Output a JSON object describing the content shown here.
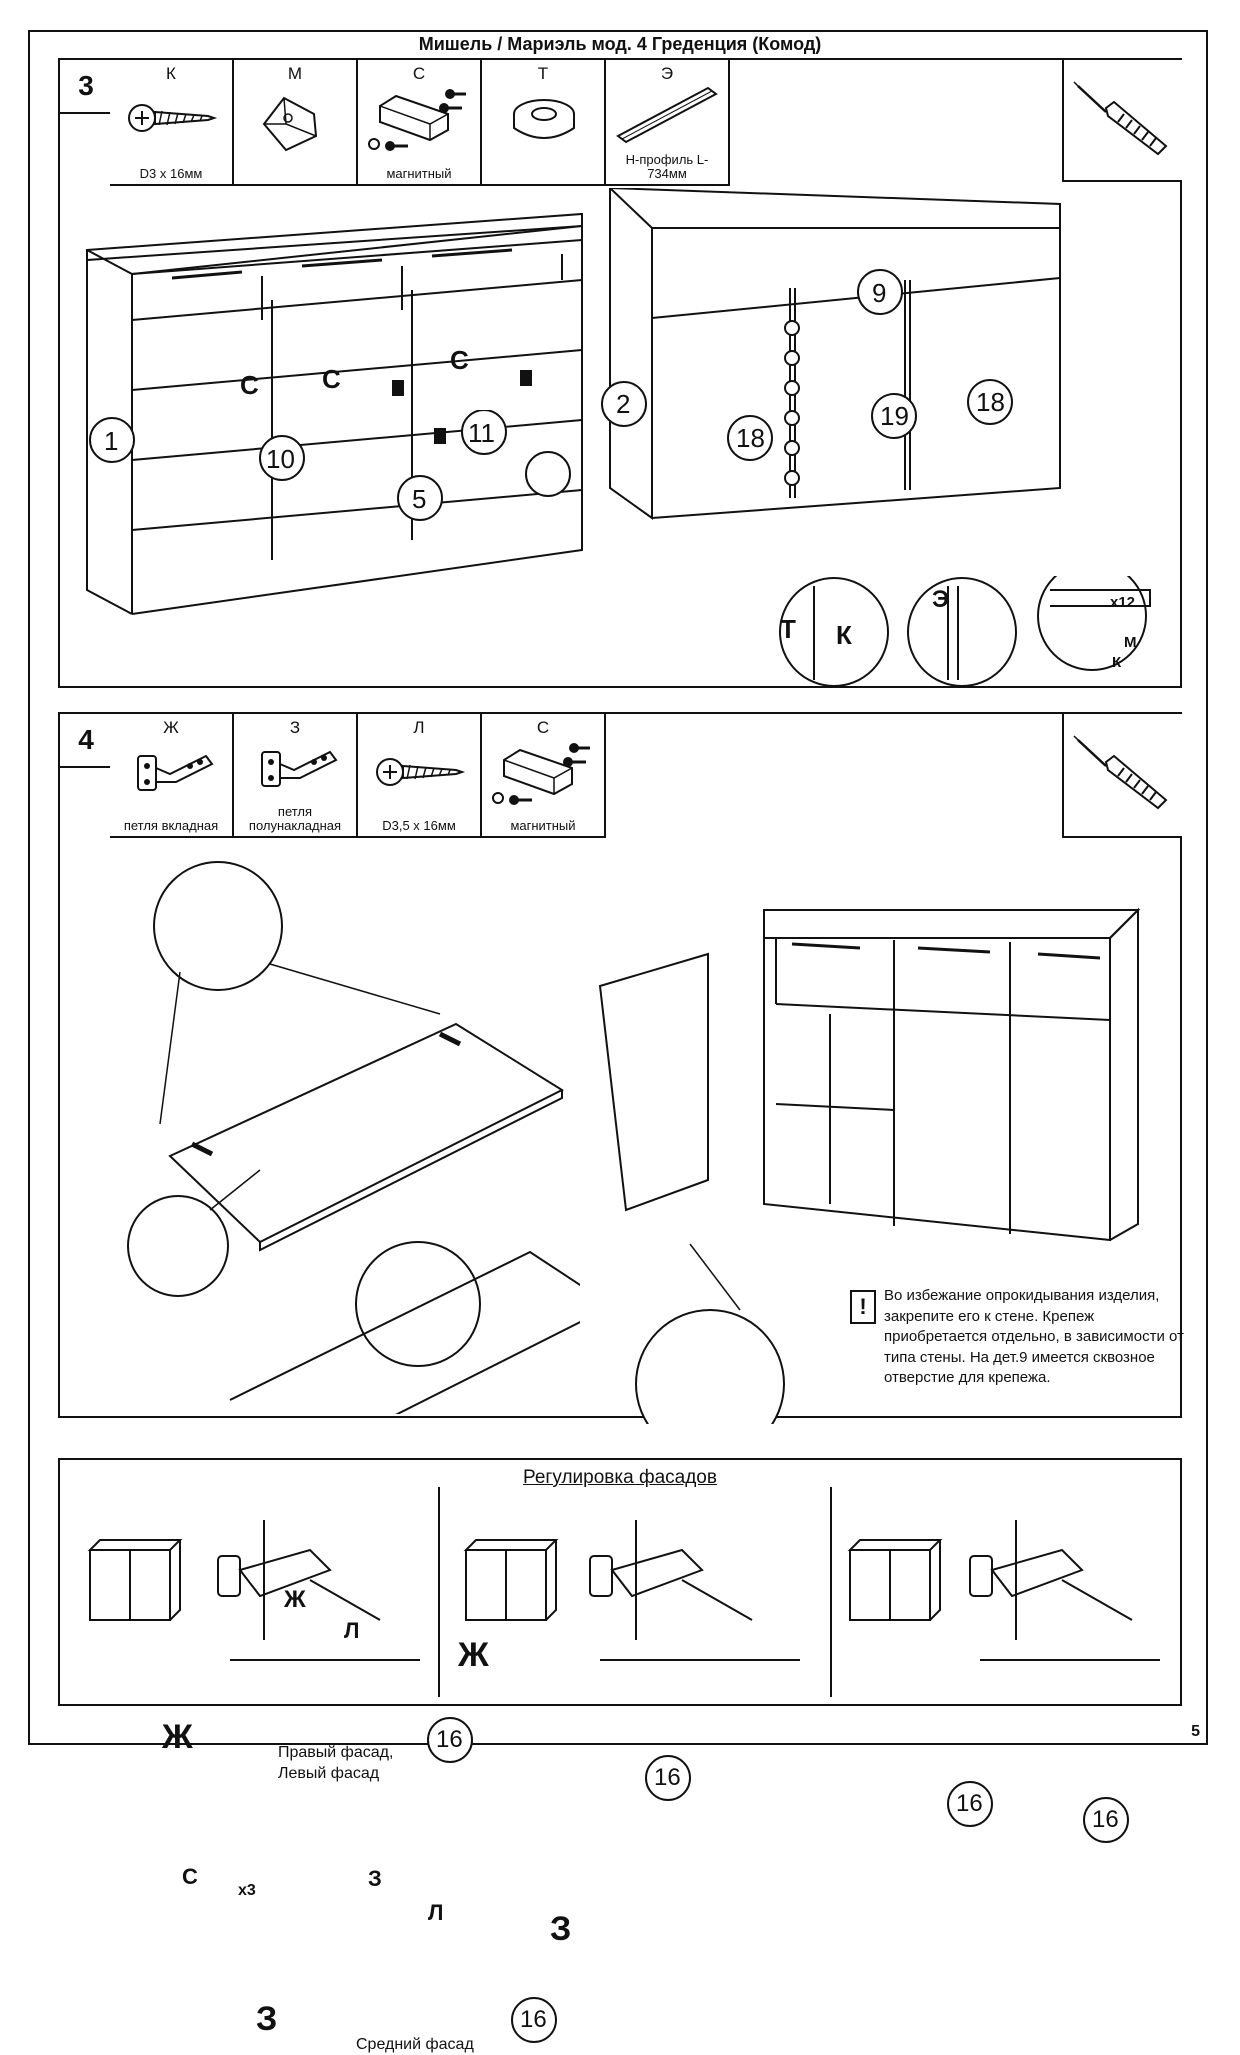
{
  "title": "Мишель / Мариэль мод. 4 Греденция (Комод)",
  "page_number": "5",
  "step3": {
    "number": "3",
    "parts": [
      {
        "letter": "К",
        "caption": "D3 х 16мм",
        "icon": "screw-icon"
      },
      {
        "letter": "М",
        "caption": "",
        "icon": "corner-bracket-icon"
      },
      {
        "letter": "С",
        "caption": "магнитный",
        "icon": "magnetic-latch-icon"
      },
      {
        "letter": "Т",
        "caption": "",
        "icon": "bumper-pad-icon"
      },
      {
        "letter": "Э",
        "caption": "Н-профиль L-734мм",
        "icon": "h-profile-icon"
      }
    ],
    "left_labels": {
      "c1": "С",
      "c2": "С",
      "c3": "С",
      "p1": "1",
      "p10": "10",
      "p11": "11",
      "p5": "5",
      "p2": "2"
    },
    "right_labels": {
      "p9": "9",
      "p2": "2",
      "p18a": "18",
      "p19": "19",
      "p18b": "18",
      "t": "Т",
      "k": "К",
      "e": "Э",
      "x12": "х12",
      "m": "М",
      "k2": "К"
    }
  },
  "step4": {
    "number": "4",
    "parts": [
      {
        "letter": "Ж",
        "caption": "петля вкладная",
        "icon": "inset-hinge-icon"
      },
      {
        "letter": "З",
        "caption": "петля полунакладная",
        "icon": "half-overlay-hinge-icon"
      },
      {
        "letter": "Л",
        "caption": "D3,5 х 16мм",
        "icon": "screw-icon"
      },
      {
        "letter": "С",
        "caption": "магнитный",
        "icon": "magnetic-latch-icon"
      }
    ],
    "labels": {
      "zh1": "Ж",
      "l1": "Л",
      "zh2": "Ж",
      "zh3": "Ж",
      "p16a": "16",
      "right_left_facade": "Правый фасад,\nЛевый фасад",
      "c": "С",
      "x3": "х3",
      "z1": "З",
      "l2": "Л",
      "z2": "З",
      "z3": "З",
      "p16b": "16",
      "middle_facade": "Средний фасад",
      "p16c": "16",
      "p16d": "16",
      "p16e": "16"
    },
    "warning_mark": "!",
    "warning_text": "Во избежание опрокидывания изделия, закрепите его к стене. Крепеж приобретается отдельно, в зависимости от типа стены. На дет.9 имеется сквозное отверстие для крепежа."
  },
  "adjustment": {
    "title": "Регулировка фасадов"
  }
}
